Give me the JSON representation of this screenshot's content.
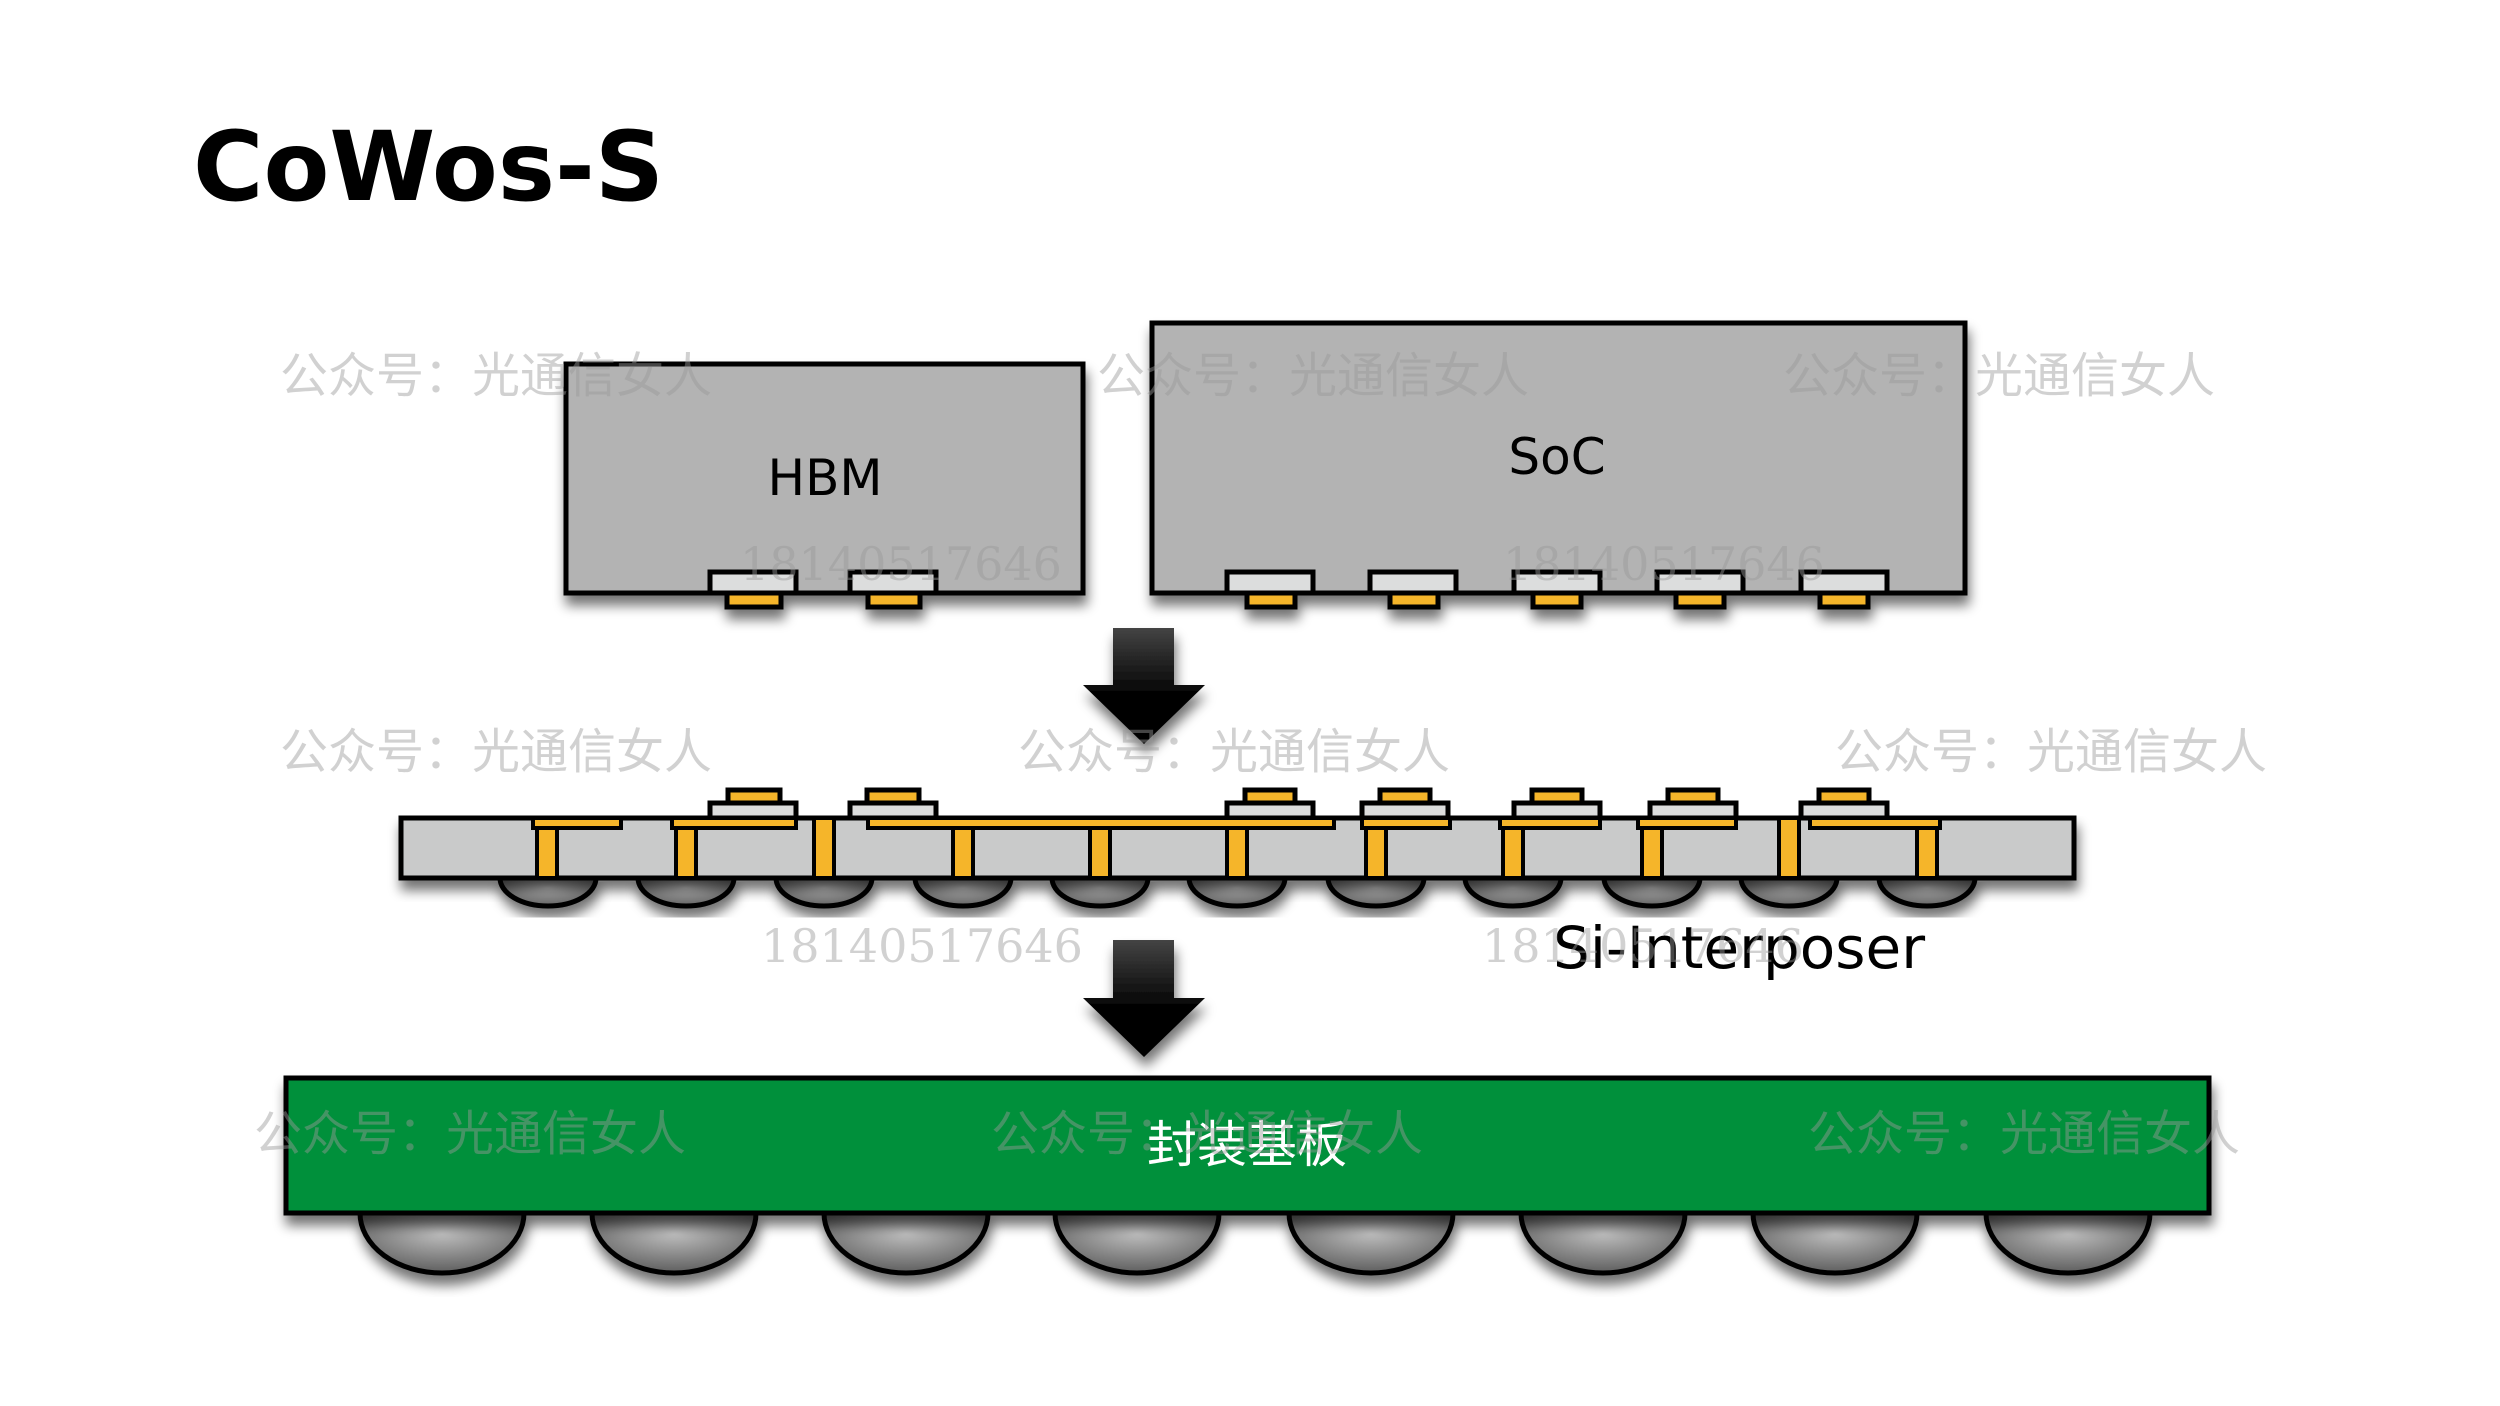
{
  "title": "CoWos-S",
  "colors": {
    "chip_fill": "#b3b3b3",
    "pad_fill": "#dcdddd",
    "bump_fill": "#f5b52a",
    "interposer_fill": "#c9caca",
    "substrate_fill": "#00903a",
    "outline": "#000000"
  },
  "components": {
    "hbm": {
      "label": "HBM",
      "pad_count": 2
    },
    "soc": {
      "label": "SoC",
      "pad_count": 5
    },
    "interposer": {
      "label": "Si-Interposer",
      "top_pad_count": 7,
      "tsv_count": 11,
      "bottom_bump_count": 11
    },
    "substrate": {
      "label": "封装基板",
      "ball_count": 8
    }
  },
  "arrows": [
    {
      "from": "chips",
      "to": "interposer",
      "icon": "arrow-down-icon"
    },
    {
      "from": "interposer",
      "to": "substrate",
      "icon": "arrow-down-icon"
    }
  ],
  "watermarks": {
    "account": "公众号：光通信女人",
    "number": "18140517646"
  }
}
